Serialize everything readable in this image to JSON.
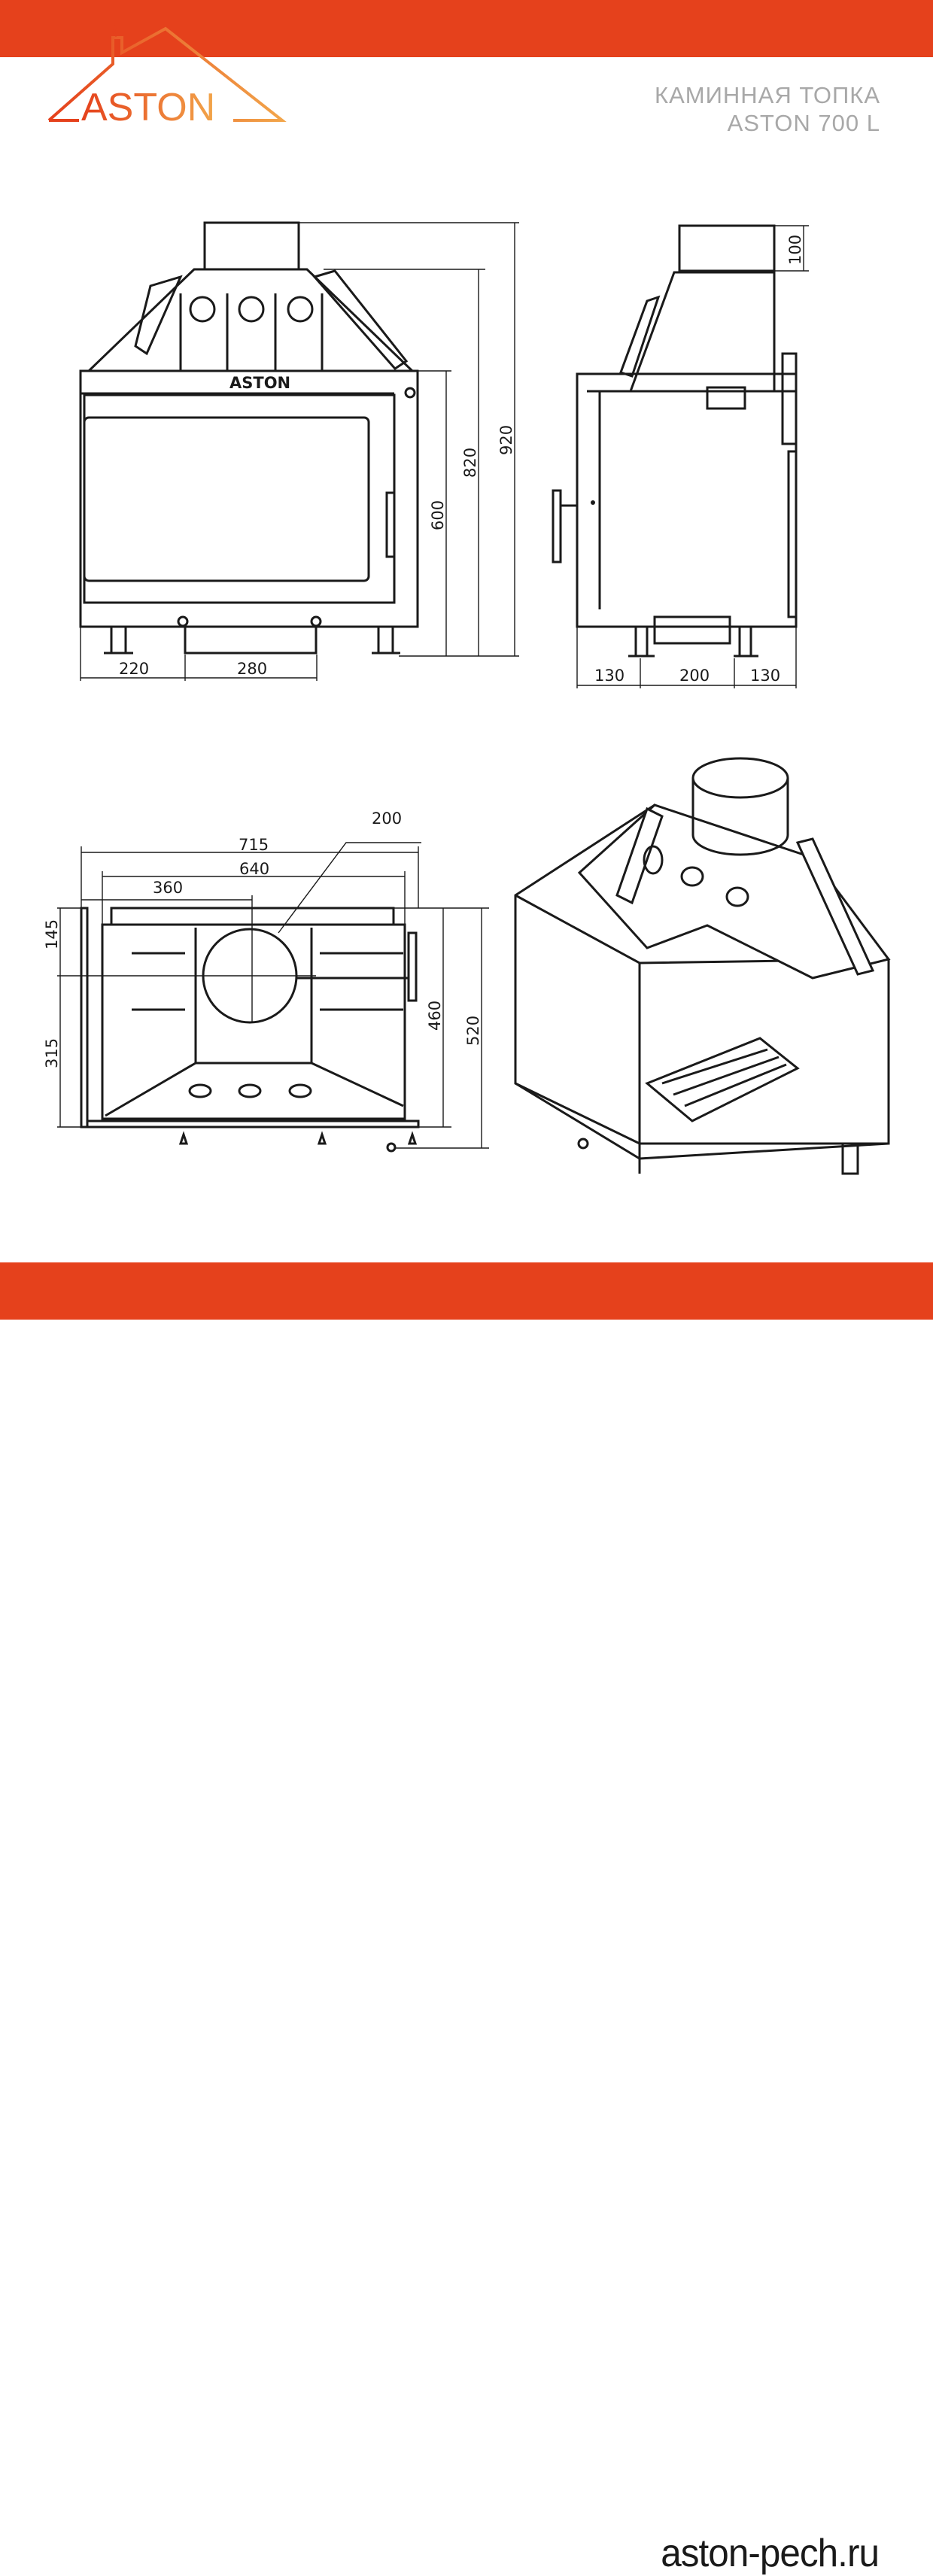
{
  "header": {
    "logo_text": "ASTON",
    "title_line1": "КАМИННАЯ ТОПКА",
    "title_line2": "ASTON 700 L",
    "brand_color": "#e5411c"
  },
  "footer": {
    "website": "aston-pech.ru"
  },
  "front_view": {
    "brand_plate": "ASTON",
    "dims": {
      "total_height": "920",
      "hood_height": "820",
      "body_height": "600",
      "left_offset": "220",
      "ashpan_width": "280"
    }
  },
  "side_view": {
    "dims": {
      "flue_height": "100",
      "left": "130",
      "middle": "200",
      "right": "130"
    }
  },
  "top_view": {
    "dims": {
      "overall_width": "715",
      "body_width": "640",
      "flue_center": "360",
      "flue_diameter": "200",
      "front_to_flue": "145",
      "flue_to_back": "315",
      "inner_depth": "460",
      "overall_depth": "520"
    }
  }
}
